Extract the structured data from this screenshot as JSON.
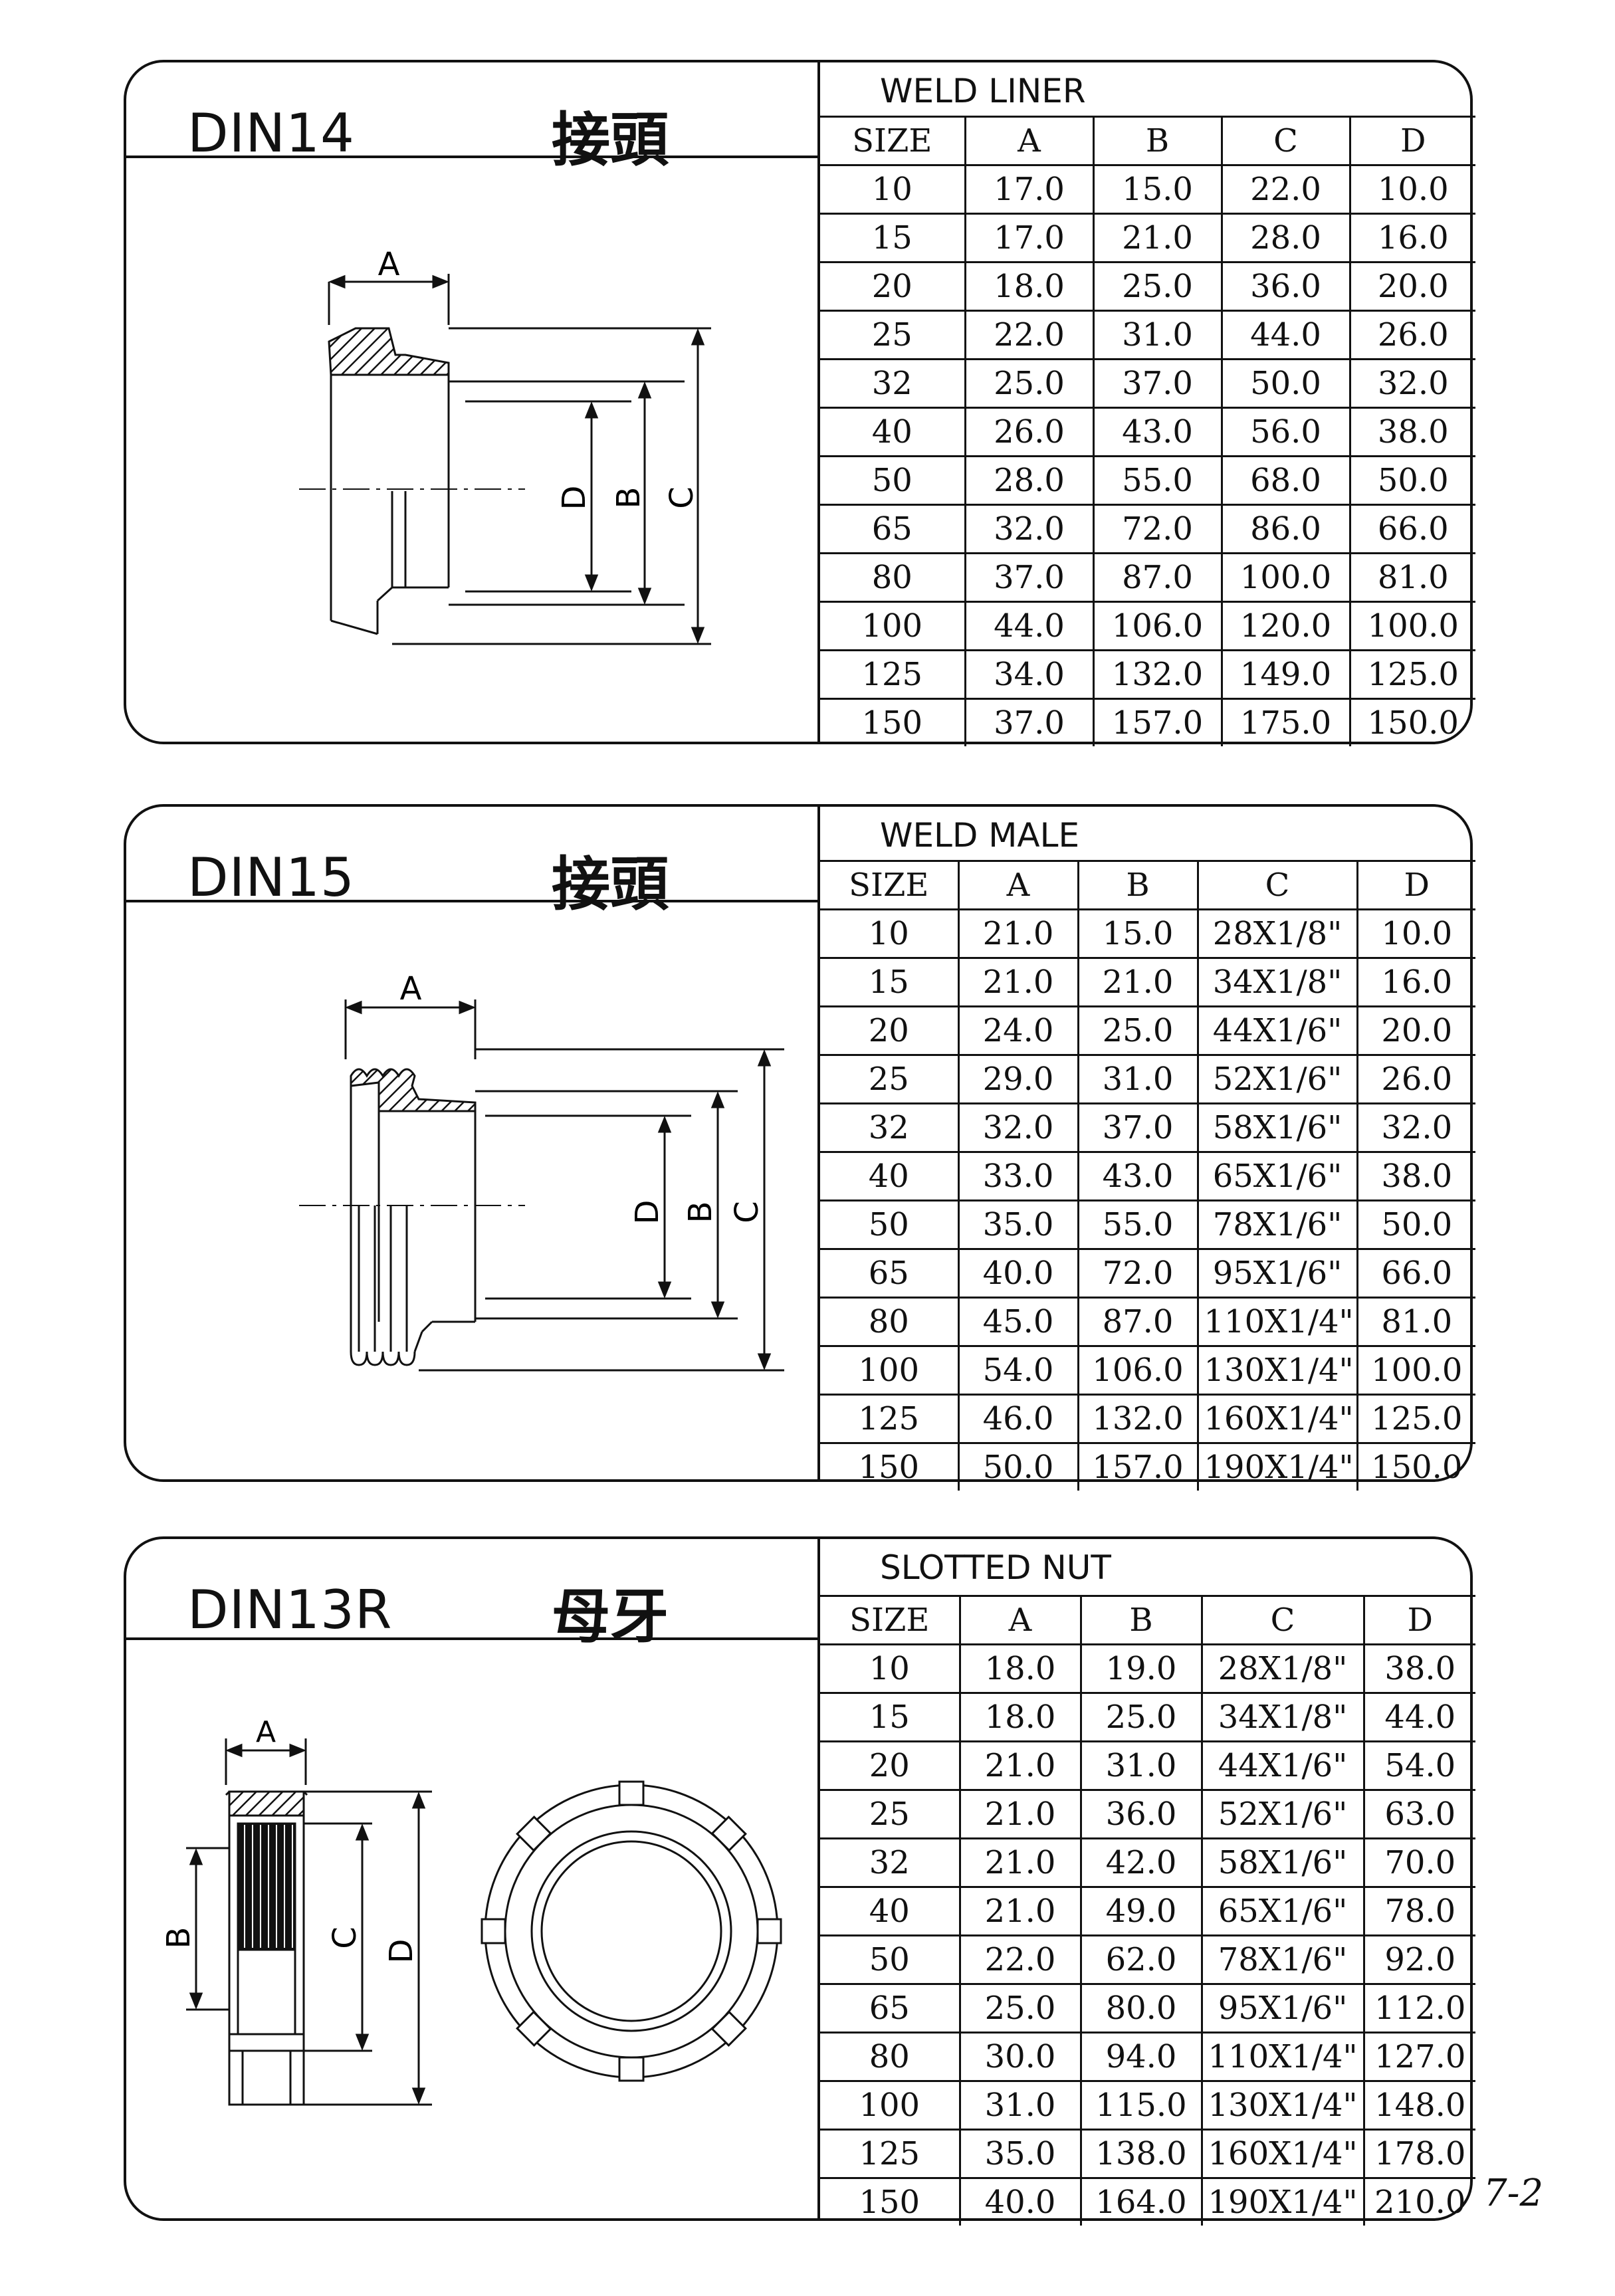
{
  "sections": [
    {
      "title": "DIN14",
      "subtitle": "接頭",
      "table_title": "WELD LINER",
      "columns": [
        "SIZE",
        "A",
        "B",
        "C",
        "D"
      ],
      "rows": [
        [
          "10",
          "17.0",
          "15.0",
          "22.0",
          "10.0"
        ],
        [
          "15",
          "17.0",
          "21.0",
          "28.0",
          "16.0"
        ],
        [
          "20",
          "18.0",
          "25.0",
          "36.0",
          "20.0"
        ],
        [
          "25",
          "22.0",
          "31.0",
          "44.0",
          "26.0"
        ],
        [
          "32",
          "25.0",
          "37.0",
          "50.0",
          "32.0"
        ],
        [
          "40",
          "26.0",
          "43.0",
          "56.0",
          "38.0"
        ],
        [
          "50",
          "28.0",
          "55.0",
          "68.0",
          "50.0"
        ],
        [
          "65",
          "32.0",
          "72.0",
          "86.0",
          "66.0"
        ],
        [
          "80",
          "37.0",
          "87.0",
          "100.0",
          "81.0"
        ],
        [
          "100",
          "44.0",
          "106.0",
          "120.0",
          "100.0"
        ],
        [
          "125",
          "34.0",
          "132.0",
          "149.0",
          "125.0"
        ],
        [
          "150",
          "37.0",
          "157.0",
          "175.0",
          "150.0"
        ]
      ],
      "dim_labels": [
        "A",
        "D",
        "B",
        "C"
      ]
    },
    {
      "title": "DIN15",
      "subtitle": "接頭",
      "table_title": "WELD MALE",
      "columns": [
        "SIZE",
        "A",
        "B",
        "C",
        "D"
      ],
      "rows": [
        [
          "10",
          "21.0",
          "15.0",
          "28X1/8\"",
          "10.0"
        ],
        [
          "15",
          "21.0",
          "21.0",
          "34X1/8\"",
          "16.0"
        ],
        [
          "20",
          "24.0",
          "25.0",
          "44X1/6\"",
          "20.0"
        ],
        [
          "25",
          "29.0",
          "31.0",
          "52X1/6\"",
          "26.0"
        ],
        [
          "32",
          "32.0",
          "37.0",
          "58X1/6\"",
          "32.0"
        ],
        [
          "40",
          "33.0",
          "43.0",
          "65X1/6\"",
          "38.0"
        ],
        [
          "50",
          "35.0",
          "55.0",
          "78X1/6\"",
          "50.0"
        ],
        [
          "65",
          "40.0",
          "72.0",
          "95X1/6\"",
          "66.0"
        ],
        [
          "80",
          "45.0",
          "87.0",
          "110X1/4\"",
          "81.0"
        ],
        [
          "100",
          "54.0",
          "106.0",
          "130X1/4\"",
          "100.0"
        ],
        [
          "125",
          "46.0",
          "132.0",
          "160X1/4\"",
          "125.0"
        ],
        [
          "150",
          "50.0",
          "157.0",
          "190X1/4\"",
          "150.0"
        ]
      ],
      "dim_labels": [
        "A",
        "D",
        "B",
        "C"
      ]
    },
    {
      "title": "DIN13R",
      "subtitle": "母牙",
      "table_title": "SLOTTED NUT",
      "columns": [
        "SIZE",
        "A",
        "B",
        "C",
        "D"
      ],
      "rows": [
        [
          "10",
          "18.0",
          "19.0",
          "28X1/8\"",
          "38.0"
        ],
        [
          "15",
          "18.0",
          "25.0",
          "34X1/8\"",
          "44.0"
        ],
        [
          "20",
          "21.0",
          "31.0",
          "44X1/6\"",
          "54.0"
        ],
        [
          "25",
          "21.0",
          "36.0",
          "52X1/6\"",
          "63.0"
        ],
        [
          "32",
          "21.0",
          "42.0",
          "58X1/6\"",
          "70.0"
        ],
        [
          "40",
          "21.0",
          "49.0",
          "65X1/6\"",
          "78.0"
        ],
        [
          "50",
          "22.0",
          "62.0",
          "78X1/6\"",
          "92.0"
        ],
        [
          "65",
          "25.0",
          "80.0",
          "95X1/6\"",
          "112.0"
        ],
        [
          "80",
          "30.0",
          "94.0",
          "110X1/4\"",
          "127.0"
        ],
        [
          "100",
          "31.0",
          "115.0",
          "130X1/4\"",
          "148.0"
        ],
        [
          "125",
          "35.0",
          "138.0",
          "160X1/4\"",
          "178.0"
        ],
        [
          "150",
          "40.0",
          "164.0",
          "190X1/4\"",
          "210.0"
        ]
      ],
      "dim_labels": [
        "A",
        "B",
        "C",
        "D"
      ]
    }
  ],
  "page_number": "7-2"
}
